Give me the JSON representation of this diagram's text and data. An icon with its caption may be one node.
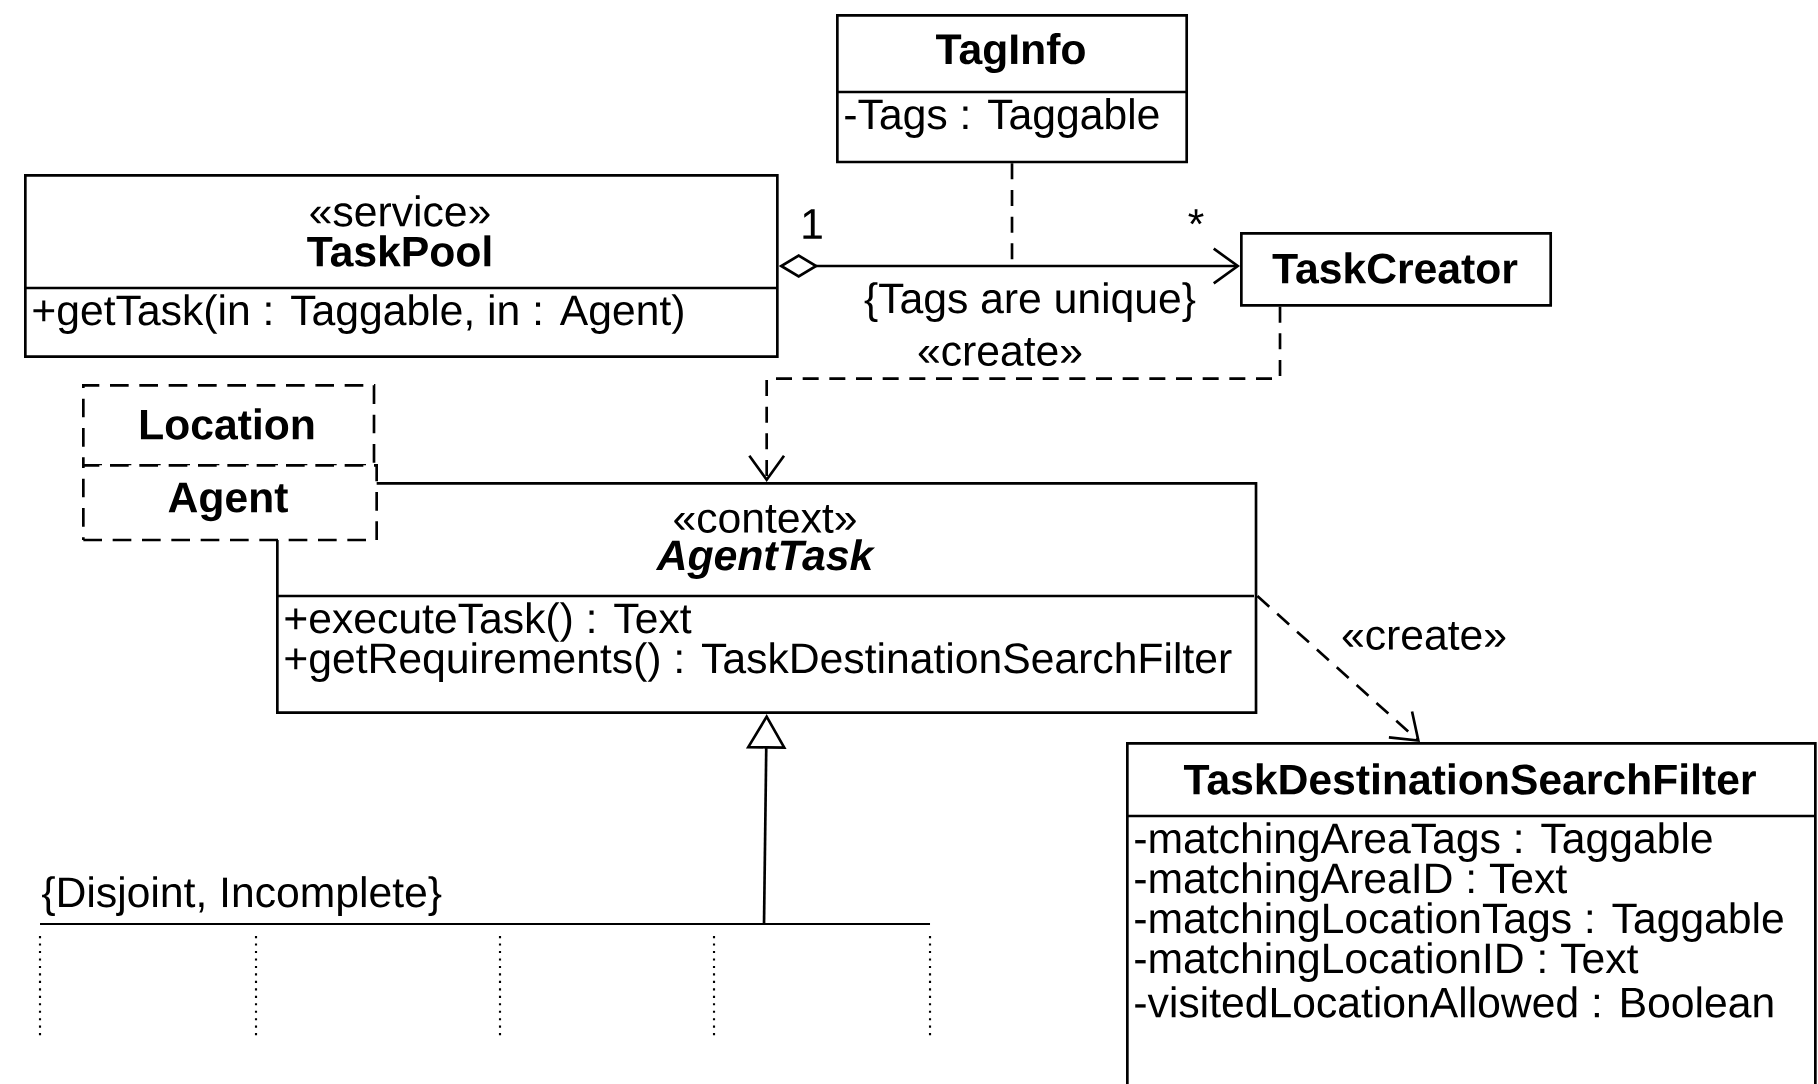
{
  "diagram": {
    "nodes": [
      {
        "text": [
          "TagInfo",
          "-Tags : Taggable"
        ]
      },
      {
        "text": [
          "«service»",
          "TaskPool",
          "+getTask(in  : Taggable, in  : Agent)"
        ]
      },
      {
        "text": [
          "TaskCreator"
        ]
      },
      {
        "text": [
          "Location"
        ]
      },
      {
        "text": [
          "Agent"
        ]
      },
      {
        "text": [
          "«context»",
          "AgentTask",
          "+executeTask() : Text",
          "+getRequirements() : TaskDestinationSearchFilter"
        ]
      },
      {
        "text": [
          "TaskDestinationSearchFilter",
          "-matchingAreaTags : Taggable",
          "-matchingAreaID : Text",
          "-matchingLocationTags : Taggable",
          "-matchingLocationID : Text",
          "-visitedLocationAllowed : Boolean"
        ]
      },
      {
        "text": [],
        "shape": "bar"
      }
    ],
    "edges": [
      {
        "from": 1,
        "to": 2,
        "arrow": "to",
        "label": "{Tags are unique}"
      },
      {
        "from": 0,
        "to": null,
        "arrow": "none",
        "style": "dashed"
      },
      {
        "from": 2,
        "to": 5,
        "arrow": "to",
        "style": "dashed",
        "label": "«create»"
      },
      {
        "from": 5,
        "to": 6,
        "arrow": "to",
        "style": "dashed",
        "label": "«create»"
      },
      {
        "from": 7,
        "to": 5,
        "arrow": "to"
      }
    ],
    "labels": [
      "1",
      "*",
      "{Disjoint, Incomplete}"
    ]
  }
}
